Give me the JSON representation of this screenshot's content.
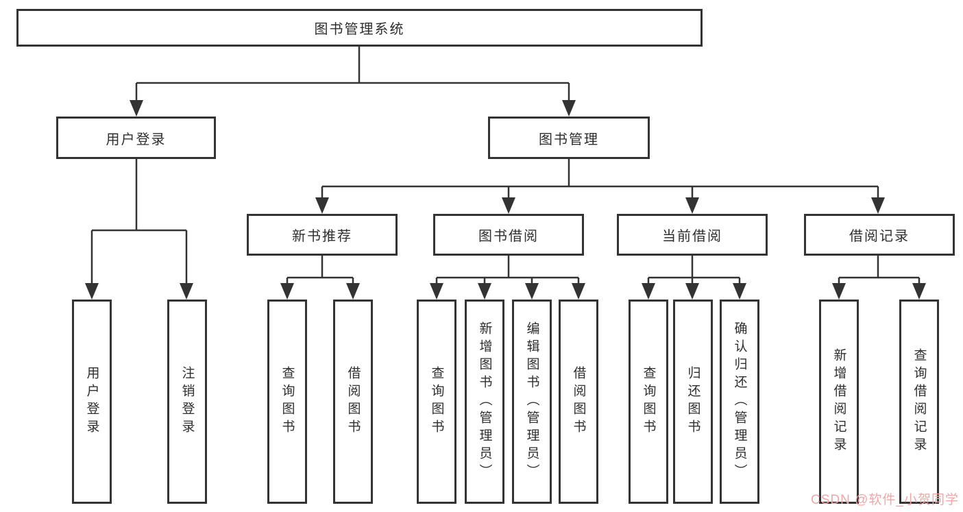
{
  "tree": {
    "label": "图书管理系统",
    "children": [
      {
        "label": "用户登录",
        "children": [
          {
            "label": "用户登录"
          },
          {
            "label": "注销登录"
          }
        ]
      },
      {
        "label": "图书管理",
        "children": [
          {
            "label": "新书推荐",
            "children": [
              {
                "label": "查询图书"
              },
              {
                "label": "借阅图书"
              }
            ]
          },
          {
            "label": "图书借阅",
            "children": [
              {
                "label": "查询图书"
              },
              {
                "label": "新增图书（管理员）"
              },
              {
                "label": "编辑图书（管理员）"
              },
              {
                "label": "借阅图书"
              }
            ]
          },
          {
            "label": "当前借阅",
            "children": [
              {
                "label": "查询图书"
              },
              {
                "label": "归还图书"
              },
              {
                "label": "确认归还（管理员）"
              }
            ]
          },
          {
            "label": "借阅记录",
            "children": [
              {
                "label": "新增借阅记录"
              },
              {
                "label": "查询借阅记录"
              }
            ]
          }
        ]
      }
    ]
  },
  "watermark": "CSDN @软件_小贺同学",
  "colors": {
    "line": "#333333",
    "text": "#2e2e2e",
    "box_background": "#ffffff",
    "watermark": "#efa7a7",
    "background": "#ffffff"
  }
}
